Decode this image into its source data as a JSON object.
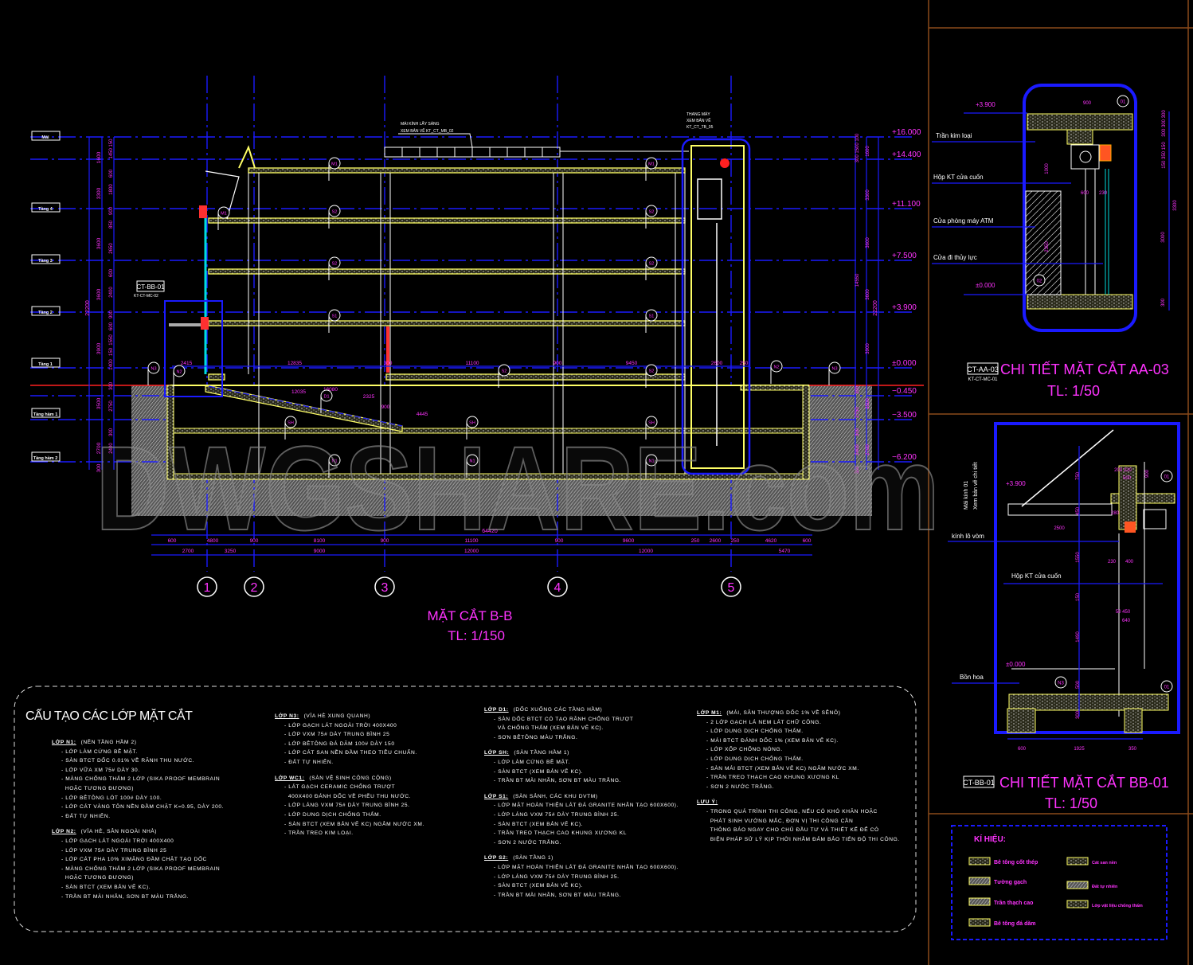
{
  "colors": {
    "background": "#000000",
    "axis_blue": "#1a1aff",
    "text_magenta": "#ff33ff",
    "slab_yellow": "#ffff66",
    "ground_red": "#ff2020",
    "frame_brown": "#8a4a1a"
  },
  "main_section": {
    "title": "MẶT CẮT B-B",
    "scale": "TL: 1/150",
    "level_tags": [
      "Mái",
      "Tầng 4",
      "Tầng 3",
      "Tầng 2",
      "Tầng 1",
      "Tầng hầm 1",
      "Tầng hầm 2"
    ],
    "elevations": [
      "+16.000",
      "+14.400",
      "+11.100",
      "+7.500",
      "+3.900",
      "±0.000",
      "−0.450",
      "−3.500",
      "−6.200"
    ],
    "axes": [
      "1",
      "2",
      "3",
      "4",
      "5"
    ],
    "dim_total": "64420",
    "dim_row1": [
      "600",
      "4800",
      "900",
      "8100",
      "900",
      "11100",
      "900",
      "9600",
      "250",
      "2600",
      "250",
      "4620",
      "600"
    ],
    "dim_row2": [
      "2700",
      "3250",
      "9000",
      "12000",
      "12000",
      "5470"
    ],
    "left_dims_outer": [
      "22200"
    ],
    "left_dims_mid": [
      "1600",
      "3300",
      "3600",
      "3600",
      "3900",
      "3500",
      "2700",
      "300"
    ],
    "left_dims_inner": [
      "1450 150",
      "600",
      "1800",
      "900",
      "850",
      "2650",
      "600",
      "2400",
      "900",
      "600",
      "1550",
      "150",
      "1400",
      "300",
      "2750",
      "300",
      "2400"
    ],
    "right_dims_inner": [
      "300 1500 100",
      "14550",
      "300",
      "2750",
      "300",
      "2400",
      "300"
    ],
    "right_dims_mid": [
      "1600",
      "3300",
      "3600",
      "3600",
      "3900",
      "3500",
      "2700"
    ],
    "right_dims_outer": [
      "22200"
    ],
    "inner_dims": [
      "2415",
      "12835",
      "300",
      "11100",
      "900",
      "9450",
      "2600",
      "250"
    ],
    "ramp_dims": [
      "12035",
      "16080",
      "2325",
      "900",
      "4445"
    ],
    "callouts": {
      "skylight": [
        "MÁI KÍNH LẤY SÁNG",
        "XEM BẢN VẼ KT_CT_MB_02"
      ],
      "elevator": [
        "THANG MÁY",
        "XEM BẢN VẼ",
        "KT_CT_TB_05"
      ],
      "detail_ref": [
        "CT-BB-01",
        "KT-CT-MC-02"
      ]
    },
    "material_tags": [
      "M1",
      "M1",
      "S2",
      "S2",
      "S2",
      "S2",
      "S1",
      "S1",
      "N3",
      "N2",
      "S2",
      "S2",
      "N2",
      "N3",
      "D1",
      "SH",
      "SH",
      "SH",
      "N1",
      "N1",
      "N1",
      "M1"
    ]
  },
  "detail_aa": {
    "title": "CHI TIẾT MẶT CẮT AA-03",
    "scale": "TL: 1/50",
    "ref_tag": "CT-AA-03",
    "ref_sub": "KT-CT-MC-01",
    "labels": [
      "Trần kim loại",
      "Hộp KT cửa cuốn",
      "Cửa phòng máy ATM",
      "Cửa đi thủy lực"
    ],
    "elevations": [
      "+3.900",
      "±0.000"
    ],
    "dims": [
      "900",
      "600",
      "230",
      "1000",
      "2350",
      "300 300 300",
      "150 350 150",
      "3300",
      "3000",
      "300"
    ],
    "tags": [
      "01",
      "02"
    ]
  },
  "detail_bb": {
    "title": "CHI TIẾT MẶT CẮT BB-01",
    "scale": "TL: 1/50",
    "ref_tag": "CT-BB-01",
    "labels": [
      "Mái kính 01",
      "Xem bản vẽ chi tiết",
      "kính lô vòm",
      "Hộp KT cửa cuốn",
      "Bồn hoa"
    ],
    "elevations": [
      "+3.900",
      "±0.000"
    ],
    "dims": [
      "2500",
      "600",
      "1925",
      "350",
      "750",
      "450",
      "1550",
      "150",
      "1490",
      "500",
      "300",
      "200 220",
      "500",
      "280",
      "230",
      "400",
      "50 450",
      "640",
      "900"
    ],
    "tags": [
      "01",
      "N3",
      "01"
    ]
  },
  "legend": {
    "title": "KÍ HIỆU:",
    "items": [
      "Bê tông cốt thép",
      "Tường gạch",
      "Trần thạch cao",
      "Bê tông đá dăm",
      "Cát san nền",
      "Đất tự nhiên",
      "Lớp vật liệu chống thấm"
    ]
  },
  "notes": {
    "title": "CẤU TẠO CÁC LỚP MẶT CẮT",
    "columns": [
      [
        {
          "head": "LỚP N1:",
          "desc": "(NỀN TẦNG HẦM 2)",
          "items": [
            "- LỚP LÀM CỨNG BỀ MẶT.",
            "- SÀN BTCT DỐC 0.01% VỀ RÃNH THU NƯỚC.",
            "- LỚP VỮA XM 75# DÀY 30.",
            "- MÀNG CHỐNG THẤM 2 LỚP (SIKA PROOF MEMBRAIN",
            "  HOẶC TƯƠNG ĐƯƠNG)",
            "- LỚP BÊTÔNG LÓT 100# DÀY 100.",
            "- LỚP CÁT VÀNG TÔN NỀN ĐẦM CHẶT K=0.95, DÀY 200.",
            "- ĐẤT TỰ NHIÊN."
          ]
        },
        {
          "head": "LỚP N2:",
          "desc": "(VỈA HÈ, SÂN NGOÀI NHÀ)",
          "items": [
            "- LỚP GẠCH LÁT NGOÀI TRỜI 400X400",
            "- LỚP VXM 75# DÀY TRUNG BÌNH 25",
            "- LỚP CÁT PHA 10% XIMĂNG ĐẦM CHẶT TẠO DỐC",
            "- MÀNG CHỐNG THẤM 2 LỚP (SIKA PROOF MEMBRAIN",
            "  HOẶC TƯƠNG ĐƯƠNG)",
            "- SÀN BTCT (XEM BẢN VẼ KC).",
            "- TRẦN BT MÀI NHẴN, SƠN BT MÀU TRẮNG."
          ]
        }
      ],
      [
        {
          "head": "LỚP N3:",
          "desc": "(VỈA HÈ XUNG QUANH)",
          "items": [
            "- LỚP GẠCH LÁT NGOÀI TRỜI 400X400",
            "- LỚP VXM 75# DÀY TRUNG BÌNH 25",
            "- LỚP BÊTÔNG ĐÁ DĂM 100# DÀY 150",
            "- LỚP CÁT SAN NỀN ĐẦM THEO TIÊU CHUẨN.",
            "- ĐẤT TỰ NHIÊN."
          ]
        },
        {
          "head": "LỚP WC1:",
          "desc": "(SÀN VỆ SINH CÔNG CỘNG)",
          "items": [
            "- LÁT GẠCH CERAMIC CHỐNG TRƯỢT",
            "  400X400 ĐÁNH DỐC VỀ PHỄU THU NƯỚC.",
            "- LỚP LÁNG VXM 75# DÀY TRUNG BÌNH 25.",
            "- LỚP DUNG DỊCH CHỐNG THẤM.",
            "- SÀN BTCT (XEM BẢN VẼ KC) NGÂM NƯỚC XM.",
            "- TRẦN TREO KIM LOẠI."
          ]
        }
      ],
      [
        {
          "head": "LỚP D1:",
          "desc": "(DỐC XUỐNG CÁC TẦNG HẦM)",
          "items": [
            "- SÀN DỐC BTCT CÓ TẠO RÃNH CHỐNG TRƯỢT",
            "  VÀ CHỐNG THẤM (XEM BẢN VẼ KC).",
            "- SƠN BÊTÔNG MÀU TRẮNG."
          ]
        },
        {
          "head": "LỚP SH:",
          "desc": "(SÀN TẦNG HẦM 1)",
          "items": [
            "- LỚP LÀM CỨNG BỀ MẶT.",
            "- SÀN BTCT (XEM BẢN VẼ KC).",
            "- TRẦN BT MÀI NHẴN, SƠN BT MÀU TRẮNG."
          ]
        },
        {
          "head": "LỚP S1:",
          "desc": "(SÀN SẢNH, CÁC KHU DVTM)",
          "items": [
            "- LỚP MẶT HOÀN THIỆN LÁT ĐÁ GRANITE NHÂN TẠO 600X600).",
            "- LỚP LÁNG VXM 75# DÀY TRUNG BÌNH 25.",
            "- SÀN BTCT (XEM BẢN VẼ KC).",
            "- TRẦN TREO THẠCH CAO KHUNG XƯƠNG KL",
            "- SƠN 2 NƯỚC TRẮNG."
          ]
        },
        {
          "head": "LỚP S2:",
          "desc": "(SÀN TẦNG 1)",
          "items": [
            "- LỚP MẶT HOÀN THIỆN LÁT ĐÁ GRANITE NHÂN TẠO 600X600).",
            "- LỚP LÁNG VXM 75# DÀY TRUNG BÌNH 25.",
            "- SÀN BTCT (XEM BẢN VẼ KC).",
            "- TRẦN BT MÀI NHẴN, SƠN BT MÀU TRẮNG."
          ]
        }
      ],
      [
        {
          "head": "LỚP M1:",
          "desc": "(MÁI, SÂN THƯỢNG DỐC 1% VỀ SÊNÔ)",
          "items": [
            "- 2 LỚP GẠCH LÁ NEM LÁT CHỮ CÔNG.",
            "- LỚP DUNG DỊCH CHỐNG THẤM.",
            "- MÁI BTCT ĐÁNH DỐC 1% (XEM BẢN VẼ KC).",
            "- LỚP XỐP CHỐNG NÓNG.",
            "- LỚP DUNG DỊCH CHỐNG THẤM.",
            "- SÀN MÁI BTCT (XEM BẢN VẼ KC) NGÂM NƯỚC XM.",
            "- TRẦN TREO THẠCH CAO KHUNG XƯƠNG KL",
            "- SƠN 2 NƯỚC TRẮNG."
          ]
        },
        {
          "head": "LƯU Ý:",
          "desc": "",
          "items": [
            "- TRONG QUÁ TRÌNH THI CÔNG, NẾU CÓ KHÓ KHĂN HOẶC",
            "  PHÁT SINH VƯỚNG MẮC, ĐƠN VỊ THI CÔNG CẦN",
            "  THÔNG BÁO NGAY CHO CHỦ ĐẦU TƯ VÀ THIẾT KẾ ĐỂ CÓ",
            "  BIỆN PHÁP SỬ LÝ KỊP THỜI NHẰM ĐẢM BẢO TIẾN ĐỘ THI CÔNG."
          ]
        }
      ]
    ]
  },
  "watermark": "DWGSHARE.com"
}
